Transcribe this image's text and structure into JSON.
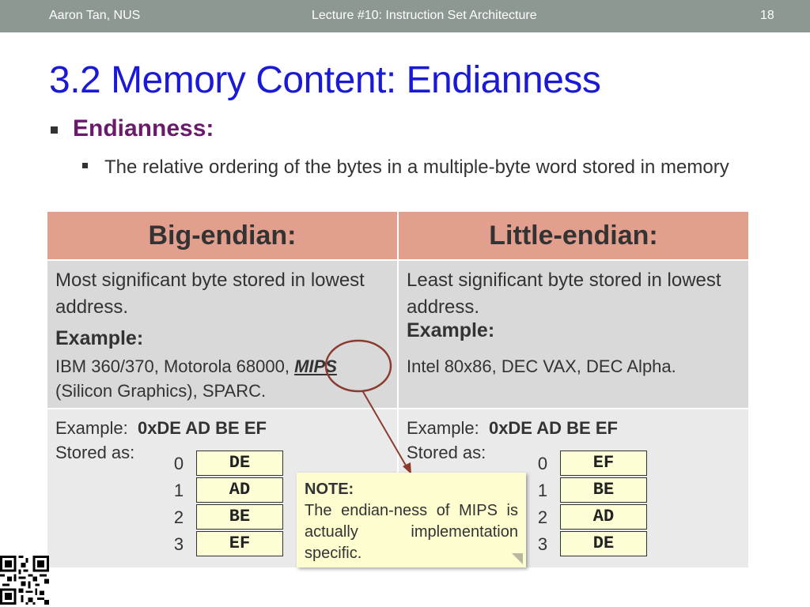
{
  "header": {
    "author": "Aaron Tan, NUS",
    "lecture": "Lecture #10: Instruction Set Architecture",
    "page": "18"
  },
  "title": "3.2 Memory Content: Endianness",
  "bullet1": "Endianness:",
  "bullet2": "The relative ordering of the bytes in a multiple-byte word stored in memory",
  "table": {
    "big": {
      "heading": "Big-endian:",
      "description": "Most significant byte stored in lowest address.",
      "example_label": "Example:",
      "example_prefix": "IBM 360/370, Motorola 68000, ",
      "example_highlight": "MIPS",
      "example_suffix": "(Silicon Graphics), SPARC.",
      "ex_label": "Example:",
      "ex_value": "0xDE AD BE EF",
      "stored_as": "Stored as:",
      "addresses": [
        "0",
        "1",
        "2",
        "3"
      ],
      "bytes": [
        "DE",
        "AD",
        "BE",
        "EF"
      ]
    },
    "little": {
      "heading": "Little-endian:",
      "description": "Least significant byte stored in lowest address.",
      "example_label": "Example:",
      "example_text": "Intel 80x86, DEC VAX, DEC Alpha.",
      "ex_label": "Example:",
      "ex_value": "0xDE AD BE EF",
      "stored_as": "Stored as:",
      "addresses": [
        "0",
        "1",
        "2",
        "3"
      ],
      "bytes": [
        "EF",
        "BE",
        "AD",
        "DE"
      ]
    }
  },
  "note": {
    "title": "NOTE:",
    "body": "The endian-ness of MIPS is actually implementation specific."
  },
  "colors": {
    "header_bar": "#8c9891",
    "title": "#1a1ad6",
    "bullet1": "#6b1a6b",
    "table_header": "#e39f8d",
    "table_row1": "#d9d9d9",
    "table_row2": "#eaeaea",
    "byte_box": "#fdfdd6",
    "callout": "#8b3a2e"
  }
}
